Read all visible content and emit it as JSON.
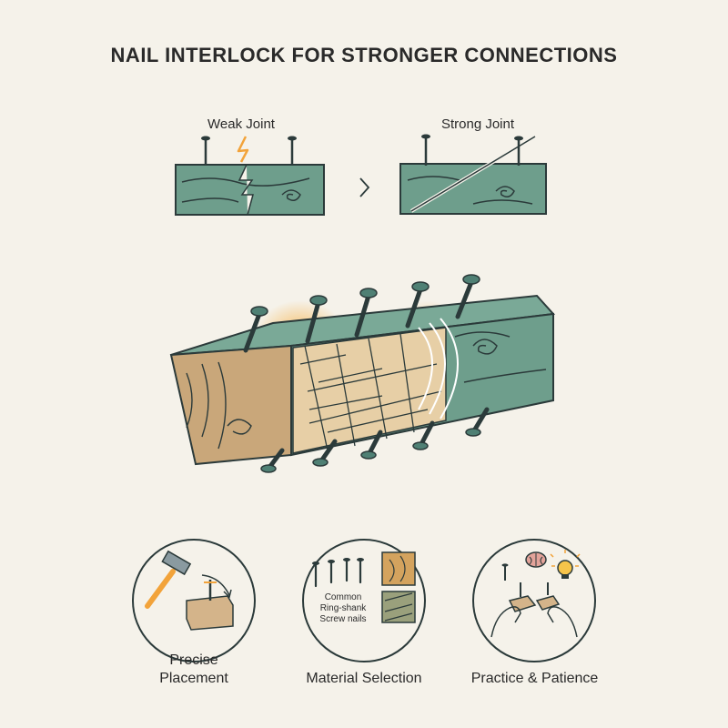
{
  "title": "NAIL INTERLOCK FOR STRONGER CONNECTIONS",
  "comparison": {
    "weak_label": "Weak Joint",
    "strong_label": "Strong Joint"
  },
  "tips": [
    {
      "label_line1": "Precise",
      "label_line2": "Placement",
      "icon": "hammer-icon"
    },
    {
      "label": "Material Selection",
      "icon": "nails-and-wood-icon",
      "nail_types": [
        "Common",
        "Ring-shank",
        "Screw nails"
      ]
    },
    {
      "label": "Practice & Patience",
      "icon": "hands-and-lightbulb-icon"
    }
  ],
  "colors": {
    "wood_green": "#6e9e8c",
    "outline": "#2b3a3a",
    "accent_orange": "#f2a33a",
    "wood_tan": "#d4b48a",
    "background": "#f5f2ea"
  }
}
